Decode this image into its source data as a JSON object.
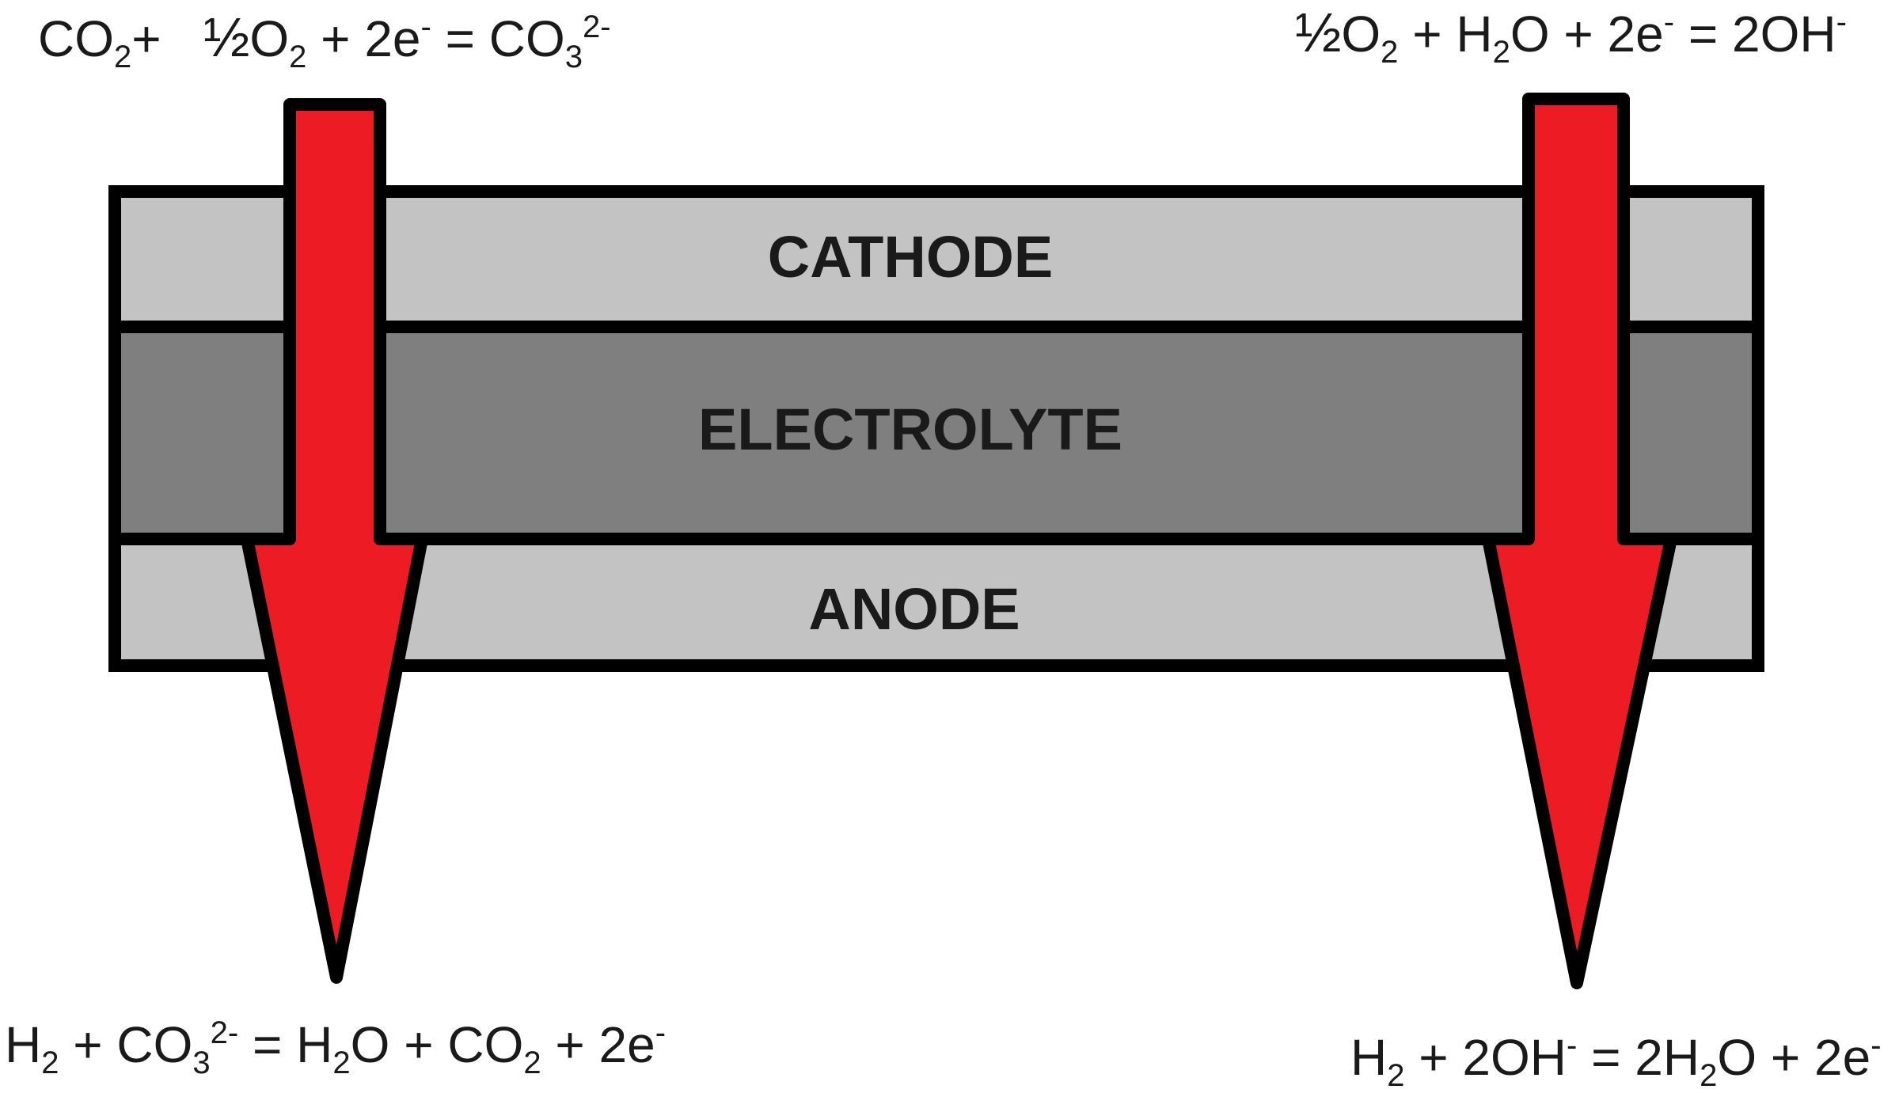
{
  "layers": {
    "cathode": {
      "label": "CATHODE",
      "color": "#c3c3c3"
    },
    "electrolyte": {
      "label": "ELECTROLYTE",
      "color": "#7f7f7f"
    },
    "anode": {
      "label": "ANODE",
      "color": "#c3c3c3"
    }
  },
  "arrow_color": "#ed1c24",
  "outline_color": "#000000",
  "equations": {
    "mcfc_cathode": {
      "a": "CO",
      "a_sub": "2",
      "b": "+  ",
      "frac": "½",
      "c": "O",
      "c_sub": "2",
      "d": " + 2e",
      "d_sup": "-",
      "e": " = CO",
      "e_sub": "3",
      "e_sup": "2-"
    },
    "afc_cathode": {
      "frac": "½",
      "a": "O",
      "a_sub": "2",
      "b": " + H",
      "b_sub": "2",
      "c": "O + 2e",
      "c_sup": "-",
      "d": " = 2OH",
      "d_sup": "-"
    },
    "mcfc_anode": {
      "a": "H",
      "a_sub": "2",
      "b": " + CO",
      "b_sub": "3",
      "b_sup": "2-",
      "c": " = H",
      "c_sub": "2",
      "d": "O + CO",
      "d_sub": "2",
      "e": " + 2e",
      "e_sup": "-"
    },
    "afc_anode": {
      "a": "H",
      "a_sub": "2",
      "b": " + 2OH",
      "b_sup": "-",
      "c": " = 2H",
      "c_sub": "2",
      "d": "O + 2e",
      "d_sup": "-"
    }
  }
}
